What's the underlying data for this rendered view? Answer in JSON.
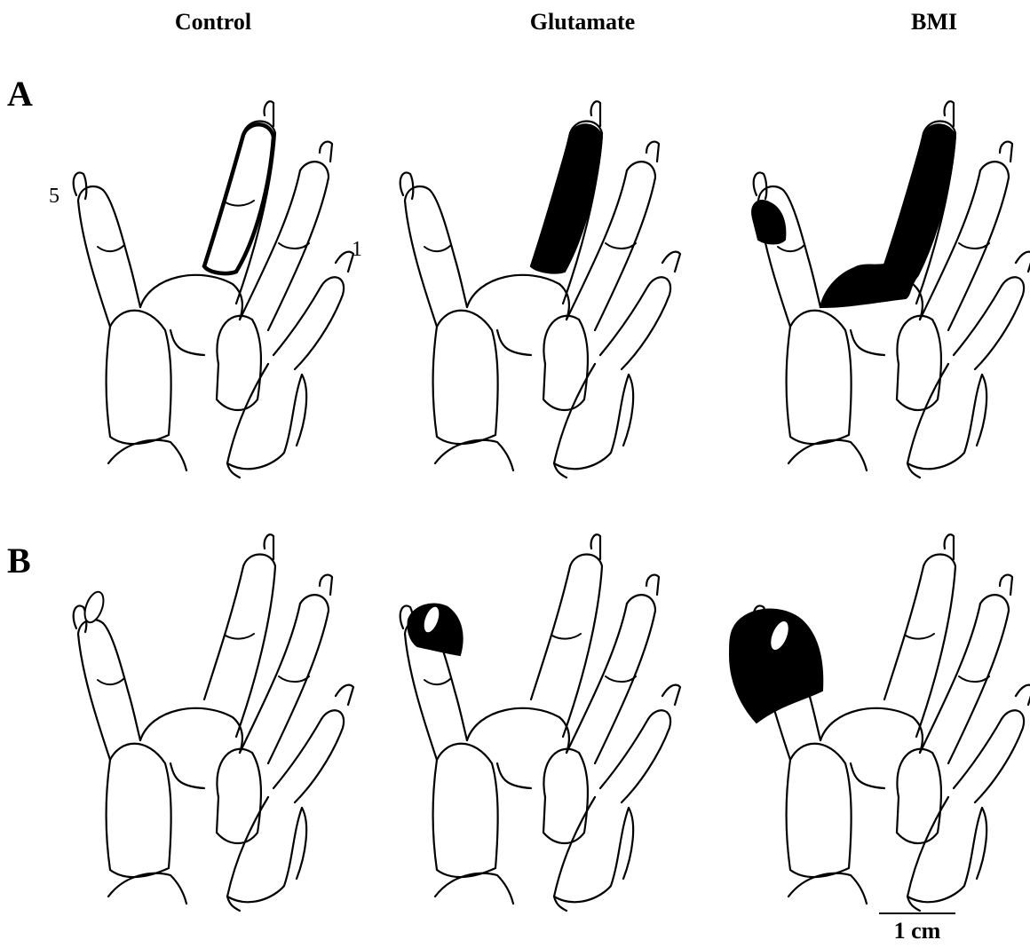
{
  "columns": [
    "Control",
    "Glutamate",
    "BMI"
  ],
  "rows": [
    "A",
    "B"
  ],
  "digit_labels": {
    "little": "5",
    "thumb": "1"
  },
  "scale": {
    "label": "1 cm"
  },
  "panels": [
    {
      "row": "A",
      "column": "Control",
      "receptive_field": "digit 3 outlined"
    },
    {
      "row": "A",
      "column": "Glutamate",
      "receptive_field": "digit 3"
    },
    {
      "row": "A",
      "column": "BMI",
      "receptive_field": "digit 3, palm, digit 5 tip"
    },
    {
      "row": "B",
      "column": "Control",
      "receptive_field": "digit 5 tip outlined"
    },
    {
      "row": "B",
      "column": "Glutamate",
      "receptive_field": "digit 5 distal"
    },
    {
      "row": "B",
      "column": "BMI",
      "receptive_field": "digit 5 distal, enlarged"
    }
  ]
}
